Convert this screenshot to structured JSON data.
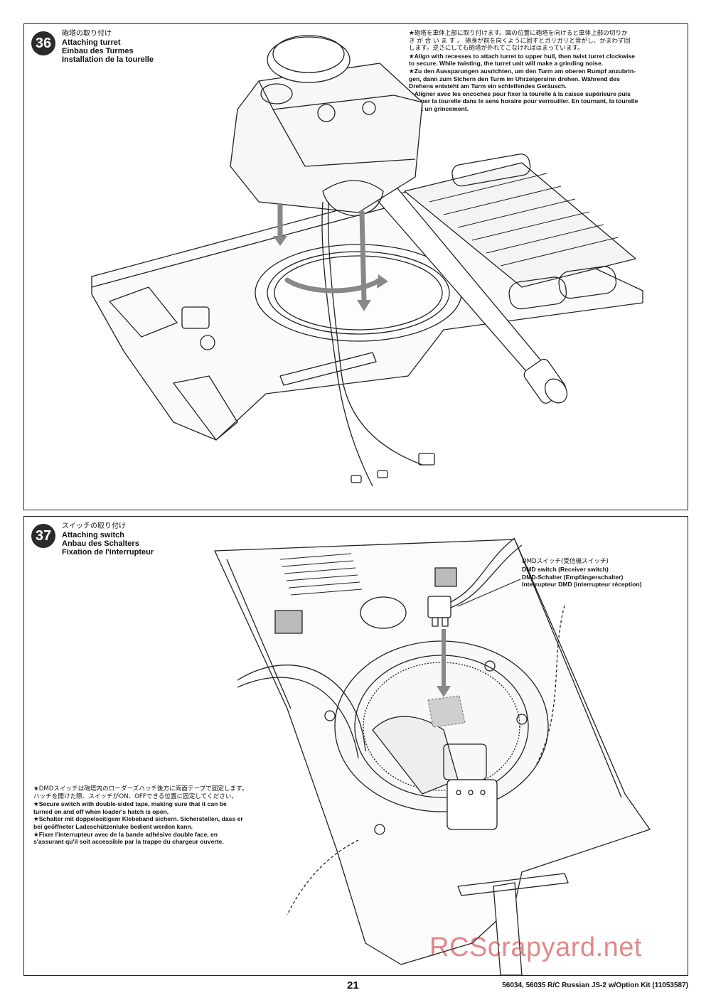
{
  "steps": [
    {
      "number": "36",
      "title_jp": "砲塔の取り付け",
      "title_en": "Attaching turret",
      "title_de": "Einbau des Turmes",
      "title_fr": "Installation de la tourelle",
      "notes": [
        "★砲塔を車体上部に取り付けます。図の位置に砲塔を向けると車体上部の切りか",
        "き が 合 い ま す 。 砲身が前を向くように回すとガリガリと音がし、かまわず回",
        "します。逆さにしても砲塔が外れてこなければはまっています。",
        "★Align with recesses to attach turret to upper hull, then twist turret clockwise",
        "to secure. While twisting, the turret unit will make a grinding noise.",
        "★Zu den Aussparungen ausrichten, um den Turm am oberen Rumpf anzubrin-",
        "gen, dann zum Sichern den Turm im Uhrzeigersinn drehen. Während des",
        "Drehens entsteht am Turm ein schleifendes Geräusch.",
        "★Aligner avec les encoches pour fixer la tourelle à la caisse supérieure puis",
        "tourner la tourelle dans le sens horaire pour verrouiller. En tournant, la tourelle",
        "émet un grincement."
      ]
    },
    {
      "number": "37",
      "title_jp": "スイッチの取り付け",
      "title_en": "Attaching switch",
      "title_de": "Anbau des Schalters",
      "title_fr": "Fixation de l'interrupteur",
      "callout": [
        "DMDスイッチ(受信機スイッチ)",
        "DMD switch (Receiver switch)",
        "DMD-Schalter (Empfängerschalter)",
        "Interrupteur DMD (interrupteur réception)"
      ],
      "notes": [
        "★DMDスイッチは砲塔内のローダーズハッチ後方に両面テープで固定します。",
        "ハッチを開けた際、スイッチがON、OFFできる位置に固定してください。",
        "★Secure switch with double-sided tape, making sure that it can be",
        "turned on and off when loader's hatch is open.",
        "★Schalter mit doppelseitigem Klebeband sichern. Sicherstellen, dass er",
        "bei geöffneter Ladeschützenluke bedient werden kann.",
        "★Fixer l'interrupteur avec de la bande adhésive double face, en",
        "s'assurant qu'il soit accessible par la trappe du chargeur ouverte."
      ]
    }
  ],
  "footer": {
    "page_number": "21",
    "kit_reference": "56034, 56035  R/C Russian JS-2 w/Option Kit (11053587)"
  },
  "watermark": "RCScrapyard.net"
}
